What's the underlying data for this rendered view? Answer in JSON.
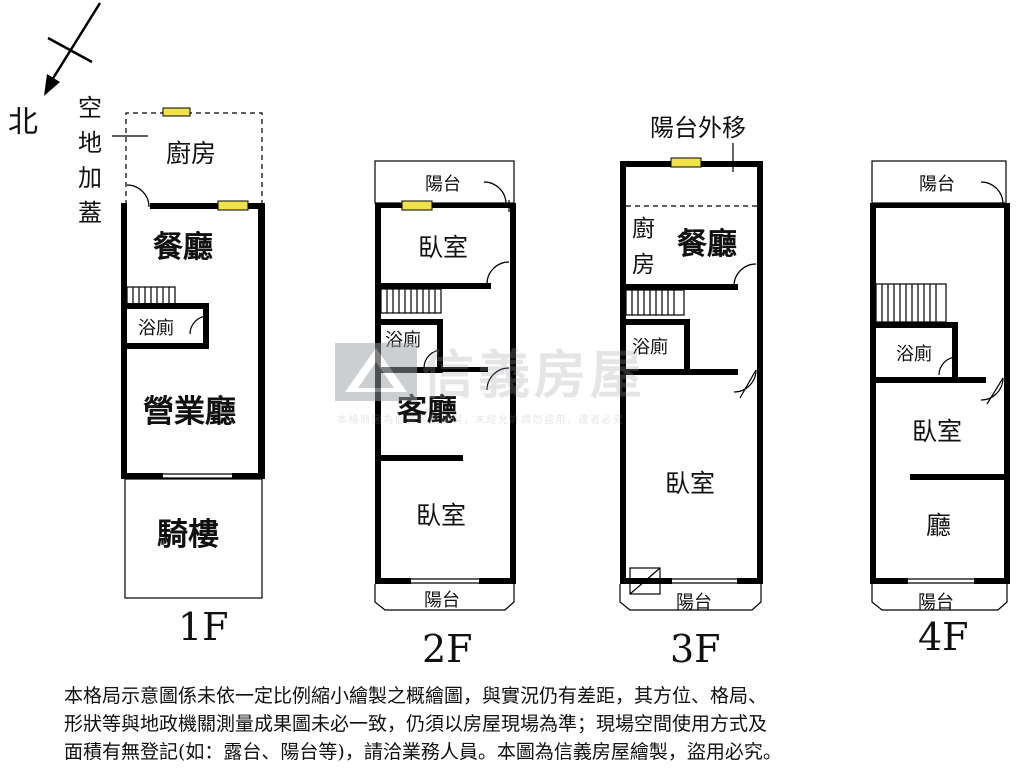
{
  "compass": {
    "north": "北"
  },
  "floors": {
    "f1": {
      "label": "1F",
      "rooms": [
        "空",
        "地",
        "加",
        "蓋",
        "廚房",
        "餐廳",
        "浴廁",
        "營業廳",
        "騎樓"
      ]
    },
    "f2": {
      "label": "2F",
      "rooms": [
        "陽台",
        "臥室",
        "浴廁",
        "客廳",
        "臥室",
        "陽台"
      ]
    },
    "f3": {
      "label": "3F",
      "note": "陽台外移",
      "rooms": [
        "廚",
        "房",
        "餐廳",
        "浴廁",
        "臥室",
        "陽台"
      ]
    },
    "f4": {
      "label": "4F",
      "rooms": [
        "陽台",
        "浴廁",
        "臥室",
        "廳",
        "陽台"
      ]
    }
  },
  "watermark": {
    "brand": "信義房屋",
    "notice": "本格局圖為信義房屋繪製，未經允許請勿盜用，違者必究"
  },
  "disclaimer": [
    "本格局示意圖係未依一定比例縮小繪製之概繪圖，與實況仍有差距，其方位、格局、",
    "形狀等與地政機關測量成果圖未必一致，仍須以房屋現場為準；現場空間使用方式及",
    "面積有無登記(如：露台、陽台等)，請洽業務人員。本圖為信義房屋繪製，盜用必究。"
  ]
}
